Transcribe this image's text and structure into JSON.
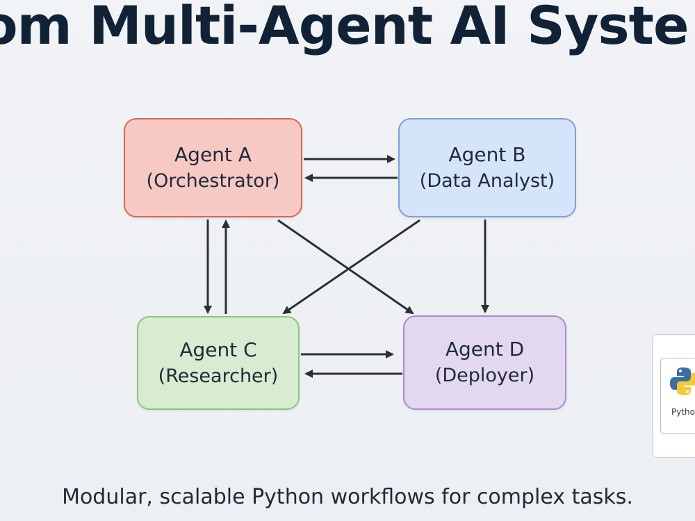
{
  "title": "tom Multi-Agent AI Syste",
  "subtitle": "Modular, scalable Python workflows for complex tasks.",
  "agents": {
    "a": {
      "name": "Agent A",
      "role": "(Orchestrator)",
      "fill": "#f6c9c5",
      "border": "#d9655c"
    },
    "b": {
      "name": "Agent B",
      "role": "(Data Analyst)",
      "fill": "#d6e4f9",
      "border": "#7f9fd6"
    },
    "c": {
      "name": "Agent C",
      "role": "(Researcher)",
      "fill": "#d7ecd0",
      "border": "#8cc47c"
    },
    "d": {
      "name": "Agent D",
      "role": "(Deployer)",
      "fill": "#e2d8ef",
      "border": "#a98cc8"
    }
  },
  "connections": [
    {
      "from": "Agent A",
      "to": "Agent B"
    },
    {
      "from": "Agent B",
      "to": "Agent A"
    },
    {
      "from": "Agent A",
      "to": "Agent C"
    },
    {
      "from": "Agent C",
      "to": "Agent A"
    },
    {
      "from": "Agent A",
      "to": "Agent D"
    },
    {
      "from": "Agent B",
      "to": "Agent C"
    },
    {
      "from": "Agent B",
      "to": "Agent D"
    },
    {
      "from": "Agent C",
      "to": "Agent D"
    },
    {
      "from": "Agent D",
      "to": "Agent C"
    }
  ],
  "python_card": {
    "label": "Pytho",
    "icon": "python-logo-icon"
  },
  "colors": {
    "arrow": "#2b3036",
    "title": "#112236"
  }
}
